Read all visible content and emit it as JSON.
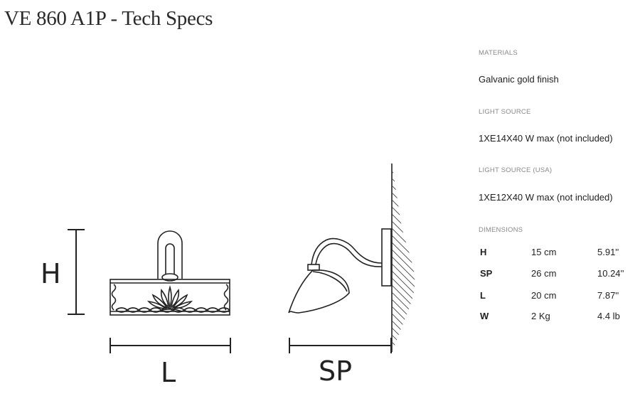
{
  "title": "VE 860 A1P - Tech Specs",
  "drawing_labels": {
    "height": "H",
    "length": "L",
    "projection": "SP"
  },
  "specs": {
    "materials_label": "MATERIALS",
    "materials_value": "Galvanic gold finish",
    "light_source_label": "LIGHT SOURCE",
    "light_source_value": "1XE14X40 W max (not included)",
    "light_source_usa_label": "LIGHT SOURCE (USA)",
    "light_source_usa_value": "1XE12X40 W max (not included)",
    "dimensions_label": "DIMENSIONS",
    "dimensions": [
      {
        "key": "H",
        "metric": "15 cm",
        "imperial": "5.91''"
      },
      {
        "key": "SP",
        "metric": "26 cm",
        "imperial": "10.24''"
      },
      {
        "key": "L",
        "metric": "20 cm",
        "imperial": "7.87''"
      },
      {
        "key": "W",
        "metric": "2 Kg",
        "imperial": "4.4 lb"
      }
    ]
  }
}
